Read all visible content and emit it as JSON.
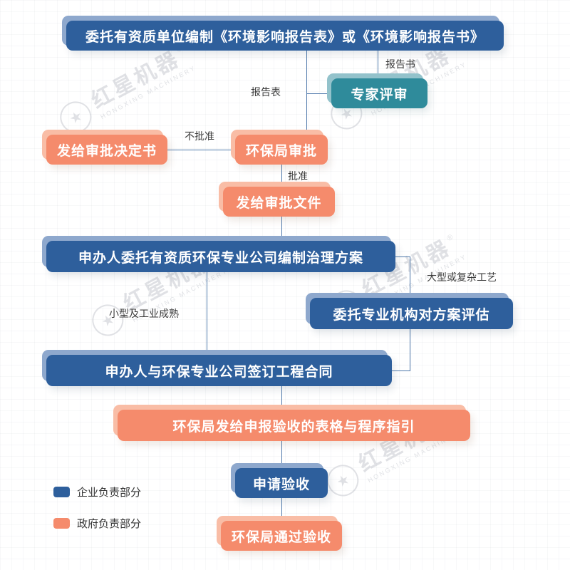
{
  "nodes": {
    "entrust_report": {
      "label": "委托有资质单位编制《环境影响报告表》或《环境影响报告书》",
      "type": "enterprise"
    },
    "expert_review": {
      "label": "专家评审",
      "type": "expert"
    },
    "epb_approval": {
      "label": "环保局审批",
      "type": "government"
    },
    "approval_decision_letter": {
      "label": "发给审批决定书",
      "type": "government"
    },
    "approval_document": {
      "label": "发给审批文件",
      "type": "government"
    },
    "plan_preparation": {
      "label": "申办人委托有资质环保专业公司编制治理方案",
      "type": "enterprise"
    },
    "plan_evaluation": {
      "label": "委托专业机构对方案评估",
      "type": "enterprise"
    },
    "sign_contract": {
      "label": "申办人与环保专业公司签订工程合同",
      "type": "enterprise"
    },
    "acceptance_guide": {
      "label": "环保局发给申报验收的表格与程序指引",
      "type": "government"
    },
    "apply_acceptance": {
      "label": "申请验收",
      "type": "enterprise"
    },
    "acceptance_passed": {
      "label": "环保局通过验收",
      "type": "government"
    }
  },
  "edge_labels": {
    "report_book": "报告书",
    "report_form": "报告表",
    "not_approved": "不批准",
    "approved": "批准",
    "large_or_complex": "大型或复杂工艺",
    "small_or_mature": "小型及工业成熟"
  },
  "legend": {
    "items": [
      {
        "label": "企业负责部分",
        "color": "#2e5f9c"
      },
      {
        "label": "政府负责部分",
        "color": "#f58b6c"
      }
    ]
  },
  "colors": {
    "enterprise_blue": "#2e5f9c",
    "government_orange": "#f58b6c",
    "expert_teal": "#2f8b9b",
    "line_blue": "#4f79ab"
  },
  "watermark": {
    "brand": "红星机器",
    "sub": "HONGXING MACHINERY",
    "reg": "®",
    "star_icon": "★"
  }
}
